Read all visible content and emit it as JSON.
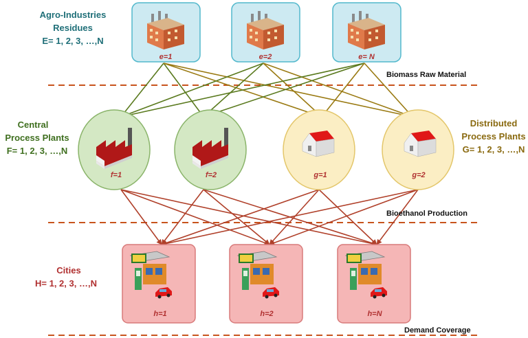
{
  "groups": {
    "agro": {
      "title_line1": "Agro-Industries",
      "title_line2": "Residues",
      "title_line3": "E= 1, 2, 3, …,N",
      "color": "#1f6f78"
    },
    "central": {
      "title_line1": "Central",
      "title_line2": "Process Plants",
      "title_line3": "F= 1, 2, 3, …,N",
      "color": "#3f6f1f"
    },
    "distributed": {
      "title_line1": "Distributed",
      "title_line2": "Process Plants",
      "title_line3": "G= 1, 2, 3, …,N",
      "color": "#8a6a10"
    },
    "cities": {
      "title_line1": "Cities",
      "title_line2": "H= 1, 2, 3, …,N",
      "color": "#b03030"
    }
  },
  "nodes": {
    "e1": "e=1",
    "e2": "e=2",
    "eN": "e= N",
    "f1": "f=1",
    "f2": "f=2",
    "g1": "g=1",
    "g2": "g=2",
    "h1": "h=1",
    "h2": "h=2",
    "hN": "h=N"
  },
  "stages": {
    "biomass": "Biomass Raw Material",
    "bioethanol": "Bioethanol Production",
    "demand": "Demand Coverage"
  },
  "colors": {
    "arrow_green": "#5a7a1e",
    "arrow_gold": "#9a7a12",
    "arrow_red": "#b0402a",
    "divider": "#c8531c",
    "box_blue": "#cdeaf2",
    "box_blue_border": "#52b8cc",
    "circle_green": "#d4e8c4",
    "circle_yellow": "#fbeec4",
    "box_red": "#f5b6b6",
    "node_label": "#b03030"
  }
}
